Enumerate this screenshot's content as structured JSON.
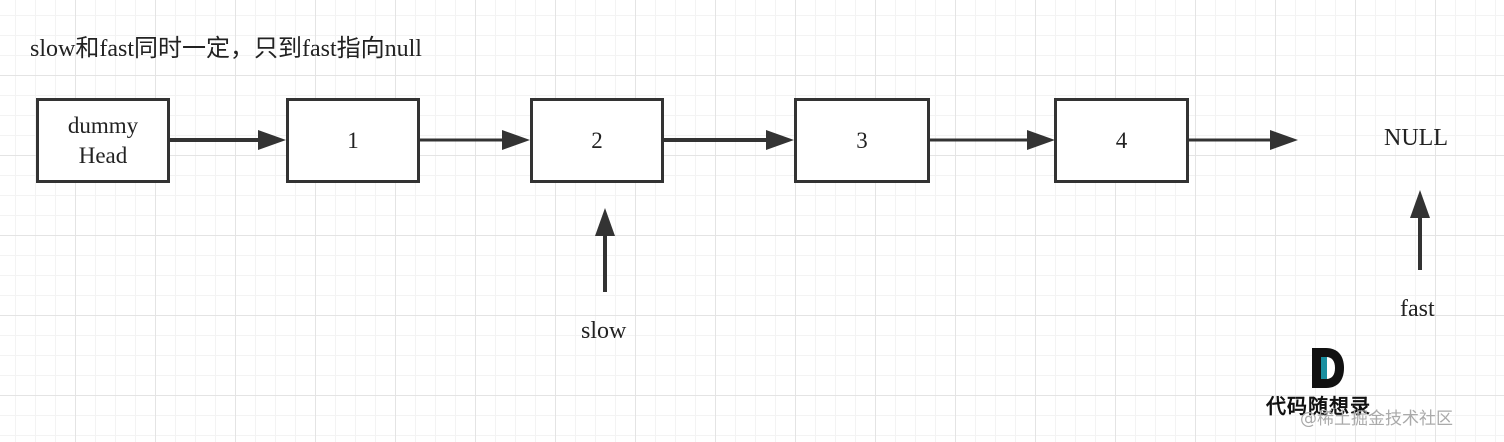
{
  "caption": "slow和fast同时一定，只到fast指向null",
  "nodes": [
    {
      "label": "dummy\nHead"
    },
    {
      "label": "1"
    },
    {
      "label": "2"
    },
    {
      "label": "3"
    },
    {
      "label": "4"
    }
  ],
  "null_label": "NULL",
  "pointers": {
    "slow": {
      "label": "slow"
    },
    "fast": {
      "label": "fast"
    }
  },
  "logo": {
    "text": "代码随想录",
    "accent_color": "#1a8fa0"
  },
  "watermark": "@稀土掘金技术社区",
  "colors": {
    "stroke": "#333333",
    "grid": "#e4e4e4"
  }
}
